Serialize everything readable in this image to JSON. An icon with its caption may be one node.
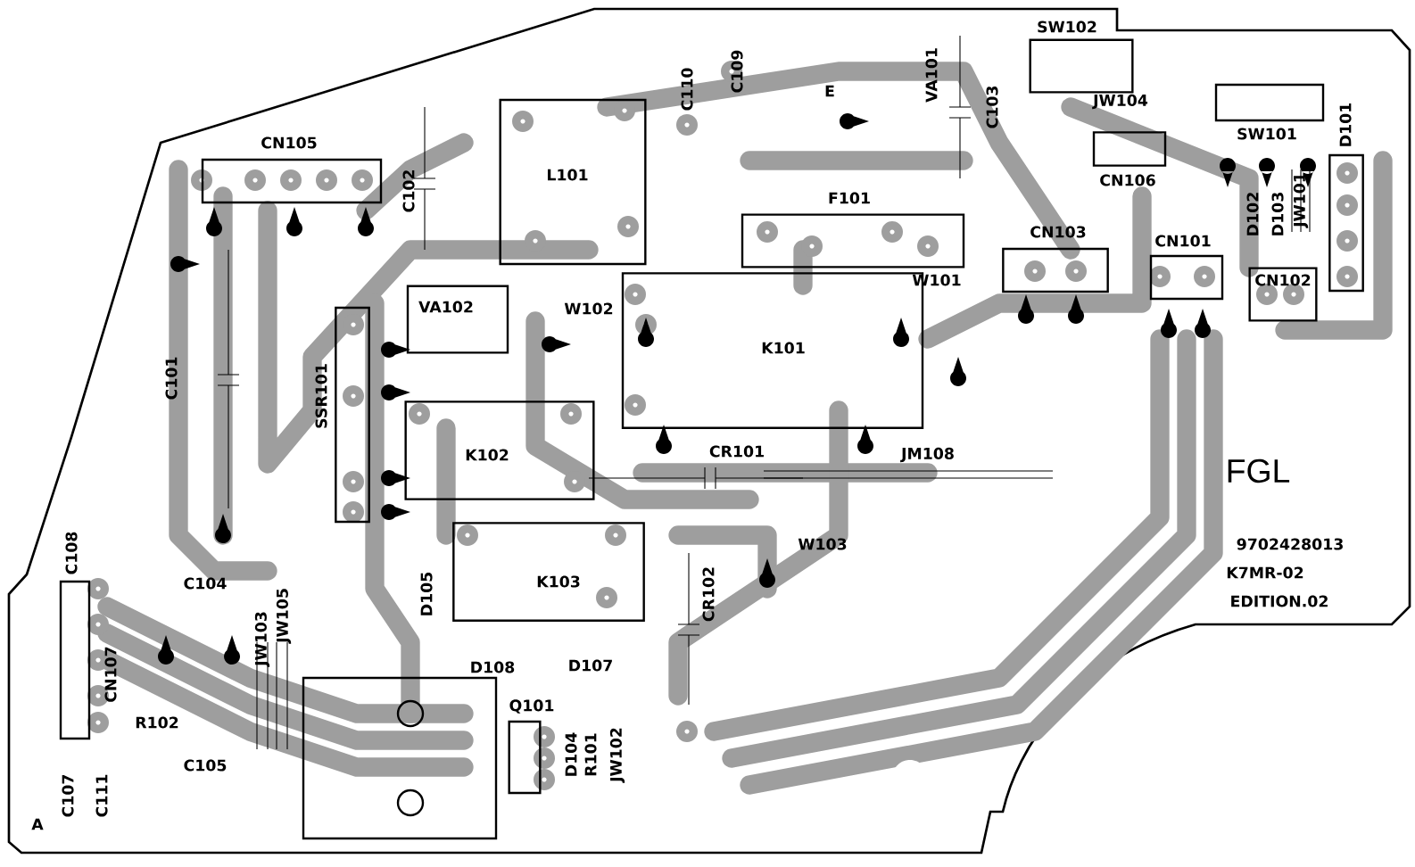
{
  "diagram": {
    "nodes": [
      {
        "text": [
          "CN105"
        ]
      },
      {
        "text": [
          "L101"
        ]
      },
      {
        "text": [
          "VA102"
        ]
      },
      {
        "text": [
          "SSR101"
        ]
      },
      {
        "text": [
          "K101"
        ]
      },
      {
        "text": [
          "K102"
        ]
      },
      {
        "text": [
          "K103"
        ]
      },
      {
        "text": [
          "F101"
        ]
      },
      {
        "text": [
          "SW102"
        ]
      },
      {
        "text": [
          "SW101"
        ]
      },
      {
        "text": [
          "CN106"
        ]
      },
      {
        "text": [
          "D101"
        ]
      },
      {
        "text": [
          "CN103"
        ]
      },
      {
        "text": [
          "CN101"
        ]
      },
      {
        "text": [
          "CN102"
        ]
      },
      {
        "text": [
          "CN107"
        ]
      },
      {
        "text": [
          "Q101"
        ]
      }
    ],
    "labels": [
      "C110",
      "C109",
      "E",
      "VA101",
      "C103",
      "JW104",
      "D102",
      "D103",
      "JW101",
      "W101",
      "C102",
      "W102",
      "C101",
      "CR101",
      "JM108",
      "W103",
      "CR102",
      "C108",
      "C104",
      "JW103",
      "JW105",
      "D105",
      "D108",
      "D107",
      "R102",
      "C105",
      "C107",
      "C111",
      "D104",
      "R101",
      "JW102",
      "A",
      "FGL",
      "9702428013",
      "K7MR-02",
      "EDITION.02"
    ]
  }
}
